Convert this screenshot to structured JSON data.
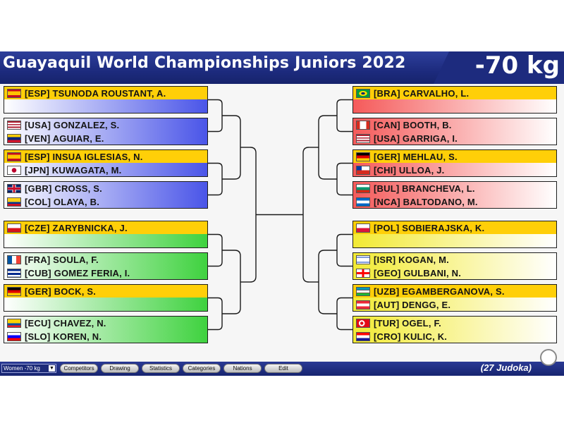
{
  "header": {
    "title": "Guayaquil World Championships Juniors 2022",
    "weight": "-70 kg"
  },
  "left_boxes": [
    {
      "color": "#4a55e8",
      "rows": [
        {
          "line": "[ESP]  TSUNODA ROUSTANT, A.",
          "flag": "ESP",
          "highlight": true
        }
      ]
    },
    {
      "color": "#4a55e8",
      "rows": [
        {
          "line": "[USA]  GONZALEZ, S.",
          "flag": "USA",
          "highlight": false
        },
        {
          "line": "[VEN]  AGUIAR, E.",
          "flag": "VEN",
          "highlight": false
        }
      ]
    },
    {
      "color": "#4a55e8",
      "rows": [
        {
          "line": "[ESP]  INSUA IGLESIAS, N.",
          "flag": "ESP",
          "highlight": true
        },
        {
          "line": "[JPN]  KUWAGATA, M.",
          "flag": "JPN",
          "highlight": false
        }
      ]
    },
    {
      "color": "#4a55e8",
      "rows": [
        {
          "line": "[GBR]  CROSS, S.",
          "flag": "GBR",
          "highlight": false
        },
        {
          "line": "[COL]  OLAYA, B.",
          "flag": "COL",
          "highlight": false
        }
      ]
    },
    {
      "color": "#3fd23f",
      "rows": [
        {
          "line": "[CZE]  ZARYBNICKA, J.",
          "flag": "CZE",
          "highlight": true
        }
      ]
    },
    {
      "color": "#3fd23f",
      "rows": [
        {
          "line": "[FRA]  SOULA, F.",
          "flag": "FRA",
          "highlight": false
        },
        {
          "line": "[CUB]  GOMEZ FERIA, I.",
          "flag": "CUB",
          "highlight": false
        }
      ]
    },
    {
      "color": "#3fd23f",
      "rows": [
        {
          "line": "[GER]  BOCK, S.",
          "flag": "GER",
          "highlight": true
        }
      ]
    },
    {
      "color": "#3fd23f",
      "rows": [
        {
          "line": "[ECU]  CHAVEZ, N.",
          "flag": "ECU",
          "highlight": false
        },
        {
          "line": "[SLO]  KOREN, N.",
          "flag": "SLO",
          "highlight": false
        }
      ]
    }
  ],
  "right_boxes": [
    {
      "color": "#f55a5a",
      "rows": [
        {
          "line": "[BRA]  CARVALHO, L.",
          "flag": "BRA",
          "highlight": true
        }
      ]
    },
    {
      "color": "#f55a5a",
      "rows": [
        {
          "line": "[CAN]  BOOTH, B.",
          "flag": "CAN",
          "highlight": false
        },
        {
          "line": "[USA]  GARRIGA, I.",
          "flag": "USA",
          "highlight": false
        }
      ]
    },
    {
      "color": "#f55a5a",
      "rows": [
        {
          "line": "[GER]  MEHLAU, S.",
          "flag": "GER",
          "highlight": true
        },
        {
          "line": "[CHI]  ULLOA, J.",
          "flag": "CHI",
          "highlight": false
        }
      ]
    },
    {
      "color": "#f55a5a",
      "rows": [
        {
          "line": "[BUL]  BRANCHEVA, L.",
          "flag": "BUL",
          "highlight": false
        },
        {
          "line": "[NCA]  BALTODANO, M.",
          "flag": "NCA",
          "highlight": false
        }
      ]
    },
    {
      "color": "#f2ea34",
      "rows": [
        {
          "line": "[POL]  SOBIERAJSKA, K.",
          "flag": "POL",
          "highlight": true
        }
      ]
    },
    {
      "color": "#f2ea34",
      "rows": [
        {
          "line": "[ISR]  KOGAN, M.",
          "flag": "ISR",
          "highlight": false
        },
        {
          "line": "[GEO]  GULBANI, N.",
          "flag": "GEO",
          "highlight": false
        }
      ]
    },
    {
      "color": "#f2ea34",
      "rows": [
        {
          "line": "[UZB]  EGAMBERGANOVA, S.",
          "flag": "UZB",
          "highlight": true
        },
        {
          "line": "[AUT]  DENGG, E.",
          "flag": "AUT",
          "highlight": false
        }
      ]
    },
    {
      "color": "#f2ea34",
      "rows": [
        {
          "line": "[TUR]  OGEL, F.",
          "flag": "TUR",
          "highlight": false
        },
        {
          "line": "[CRO]  KULIC, K.",
          "flag": "CRO",
          "highlight": false
        }
      ]
    }
  ],
  "footer": {
    "category": "Women -70 kg",
    "buttons": [
      "Competitors",
      "Drawing",
      "Statistics",
      "Categories",
      "Nations",
      "Edit"
    ],
    "count": "(27 Judoka)"
  },
  "flag_icons": {
    "ESP": "spain-flag-icon",
    "USA": "usa-flag-icon",
    "VEN": "venezuela-flag-icon",
    "JPN": "japan-flag-icon",
    "GBR": "great-britain-flag-icon",
    "COL": "colombia-flag-icon",
    "CZE": "czechia-flag-icon",
    "FRA": "france-flag-icon",
    "CUB": "cuba-flag-icon",
    "GER": "germany-flag-icon",
    "ECU": "ecuador-flag-icon",
    "SLO": "slovenia-flag-icon",
    "BRA": "brazil-flag-icon",
    "CAN": "canada-flag-icon",
    "CHI": "chile-flag-icon",
    "BUL": "bulgaria-flag-icon",
    "NCA": "nicaragua-flag-icon",
    "POL": "poland-flag-icon",
    "ISR": "israel-flag-icon",
    "GEO": "georgia-flag-icon",
    "UZB": "uzbekistan-flag-icon",
    "AUT": "austria-flag-icon",
    "TUR": "turkey-flag-icon",
    "CRO": "croatia-flag-icon"
  }
}
